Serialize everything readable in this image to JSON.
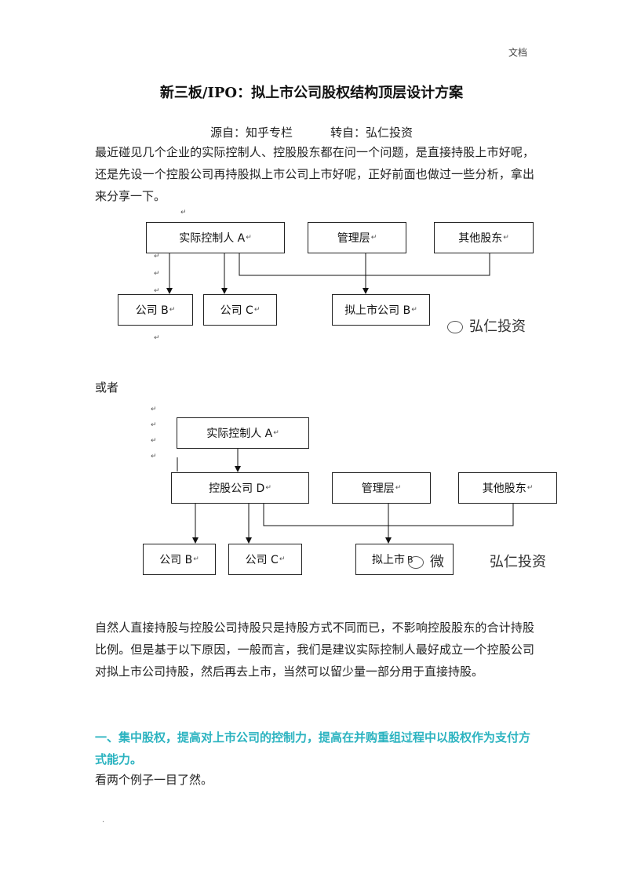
{
  "header": {
    "label": "文档"
  },
  "title": "新三板/IPO：拟上市公司股权结构顶层设计方案",
  "source": {
    "from": "源自：知乎专栏",
    "via": "转自：弘仁投资"
  },
  "intro": "最近碰见几个企业的实际控制人、控股股东都在问一个问题，是直接持股上市好呢，还是先设一个控股公司再持股拟上市公司上市好呢，正好前面也做过一些分析，拿出来分享一下。",
  "paragraph_mark": "↵",
  "diagram1": {
    "controller": "实际控制人 A",
    "management": "管理层",
    "other": "其他股东",
    "company_b": "公司 B",
    "company_c": "公司 C",
    "listed": "拟上市公司 B",
    "watermark": "弘仁投资"
  },
  "or_text": "或者",
  "diagram2": {
    "controller": "实际控制人 A",
    "holding": "控股公司 D",
    "management": "管理层",
    "other": "其他股东",
    "company_b": "公司 B",
    "company_c": "公司 C",
    "listed": "拟上市",
    "listed_mark": "B",
    "watermark_left": "微",
    "watermark": "弘仁投资"
  },
  "body": "自然人直接持股与控股公司持股只是持股方式不同而已，不影响控股股东的合计持股比例。但是基于以下原因，一般而言，我们是建议实际控制人最好成立一个控股公司对拟上市公司持股，然后再去上市，当然可以留少量一部分用于直接持股。",
  "heading1": "一、集中股权，提高对上市公司的控制力，提高在并购重组过程中以股权作为支付方式能力。",
  "example": "看两个例子一目了然。",
  "footer_dot": "."
}
